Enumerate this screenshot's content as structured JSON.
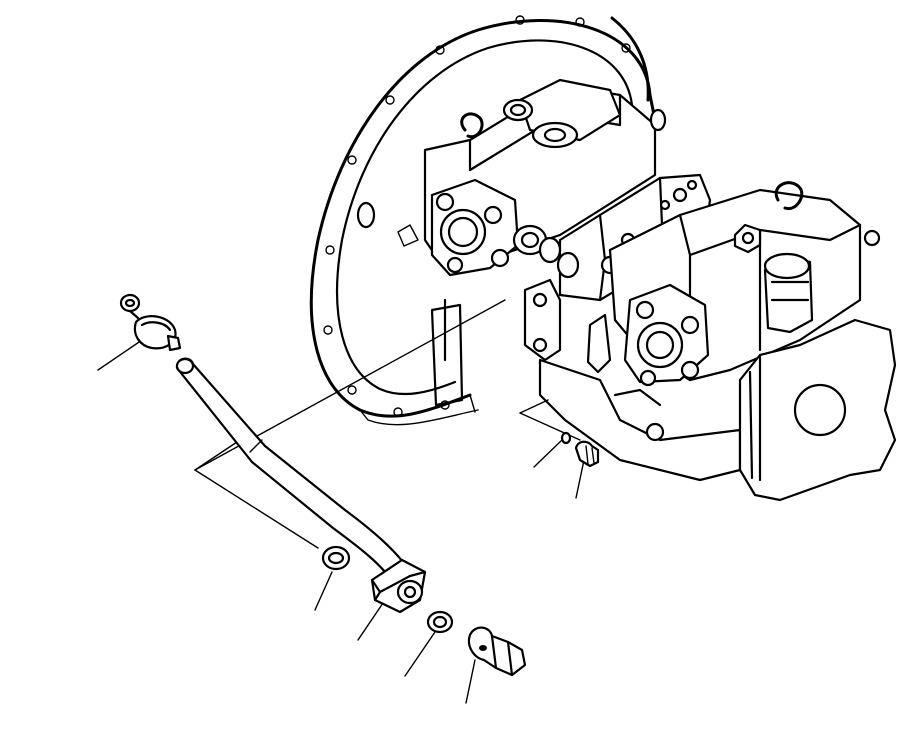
{
  "diagram": {
    "ink_color": "#000000",
    "background": "#ffffff",
    "parts": [
      "pump-assembly",
      "flywheel-housing-flange",
      "breather",
      "tube",
      "o-ring",
      "elbow-block",
      "o-ring",
      "plug",
      "o-ring",
      "plug"
    ]
  }
}
